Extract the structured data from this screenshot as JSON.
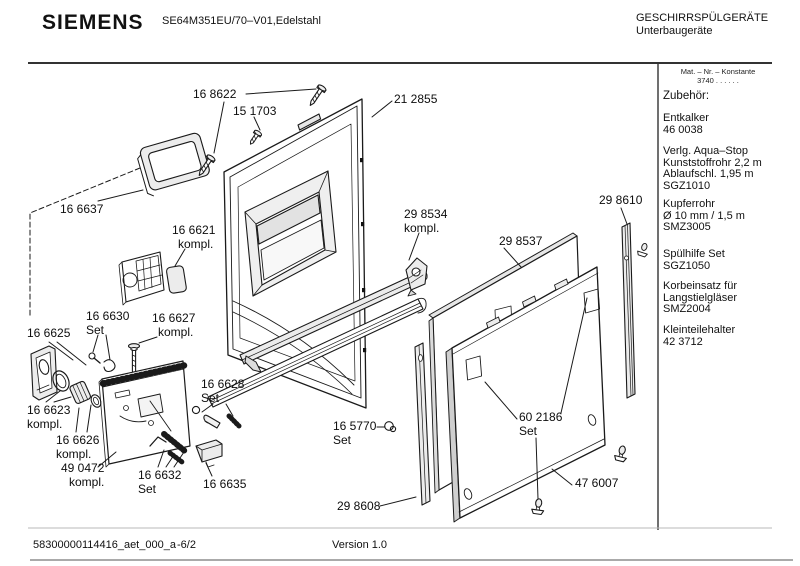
{
  "header": {
    "brand": "SIEMENS",
    "model": "SE64M351EU/70–V01,Edelstahl",
    "category_line1": "GESCHIRRSPÜLGERÄTE",
    "category_line2": "Unterbaugeräte"
  },
  "sidebar": {
    "mat_line1": "Mat. – Nr. – Konstante",
    "mat_line2": "3740 .  .    .  .  .  .",
    "title": "Zubehör:",
    "accessories": [
      {
        "lines": [
          "Entkalker",
          "46 0038"
        ]
      },
      {
        "lines": [
          "Verlg. Aqua–Stop",
          "Kunststoffrohr 2,2 m",
          "Ablaufschl. 1,95 m",
          "SGZ1010"
        ]
      },
      {
        "lines": [
          "Kupferrohr",
          "Ø 10 mm / 1,5 m",
          "SMZ3005"
        ]
      },
      {
        "lines": [
          "Spülhilfe Set",
          "SGZ1050"
        ]
      },
      {
        "lines": [
          "Korbeinsatz für",
          "Langstielgläser",
          "SMZ2004"
        ]
      },
      {
        "lines": [
          "Kleinteilehalter",
          "42 3712"
        ]
      }
    ]
  },
  "callouts": [
    {
      "id": "16 8622",
      "lines": [
        "16 8622"
      ]
    },
    {
      "id": "15 1703",
      "lines": [
        "15 1703"
      ]
    },
    {
      "id": "21 2855",
      "lines": [
        "21 2855"
      ]
    },
    {
      "id": "16 6637",
      "lines": [
        "16 6637"
      ]
    },
    {
      "id": "16 6621",
      "lines": [
        "16 6621",
        "kompl."
      ]
    },
    {
      "id": "16 6630",
      "lines": [
        "16 6630",
        "Set"
      ]
    },
    {
      "id": "16 6627",
      "lines": [
        "16 6627",
        "kompl."
      ]
    },
    {
      "id": "16 6625",
      "lines": [
        "16 6625"
      ]
    },
    {
      "id": "16 6623",
      "lines": [
        "16 6623",
        "kompl."
      ]
    },
    {
      "id": "16 6626",
      "lines": [
        "16 6626",
        "kompl."
      ]
    },
    {
      "id": "49 0472",
      "lines": [
        "49 0472",
        "kompl."
      ]
    },
    {
      "id": "16 6632",
      "lines": [
        "16 6632",
        "Set"
      ]
    },
    {
      "id": "16 6635",
      "lines": [
        "16 6635"
      ]
    },
    {
      "id": "16 6628",
      "lines": [
        "16 6628",
        "Set"
      ]
    },
    {
      "id": "29 8534",
      "lines": [
        "29 8534",
        "kompl."
      ]
    },
    {
      "id": "29 8537",
      "lines": [
        "29 8537"
      ]
    },
    {
      "id": "29 8610",
      "lines": [
        "29 8610"
      ]
    },
    {
      "id": "60 2186",
      "lines": [
        "60 2186",
        "Set"
      ]
    },
    {
      "id": "16 5770",
      "lines": [
        "16 5770",
        "Set"
      ]
    },
    {
      "id": "47 6007",
      "lines": [
        "47 6007"
      ]
    },
    {
      "id": "29 8608",
      "lines": [
        "29 8608"
      ]
    }
  ],
  "footer": {
    "doc_number": "58300000114416_aet_000_a",
    "sheet": "-6/2",
    "version": "Version 1.0"
  }
}
